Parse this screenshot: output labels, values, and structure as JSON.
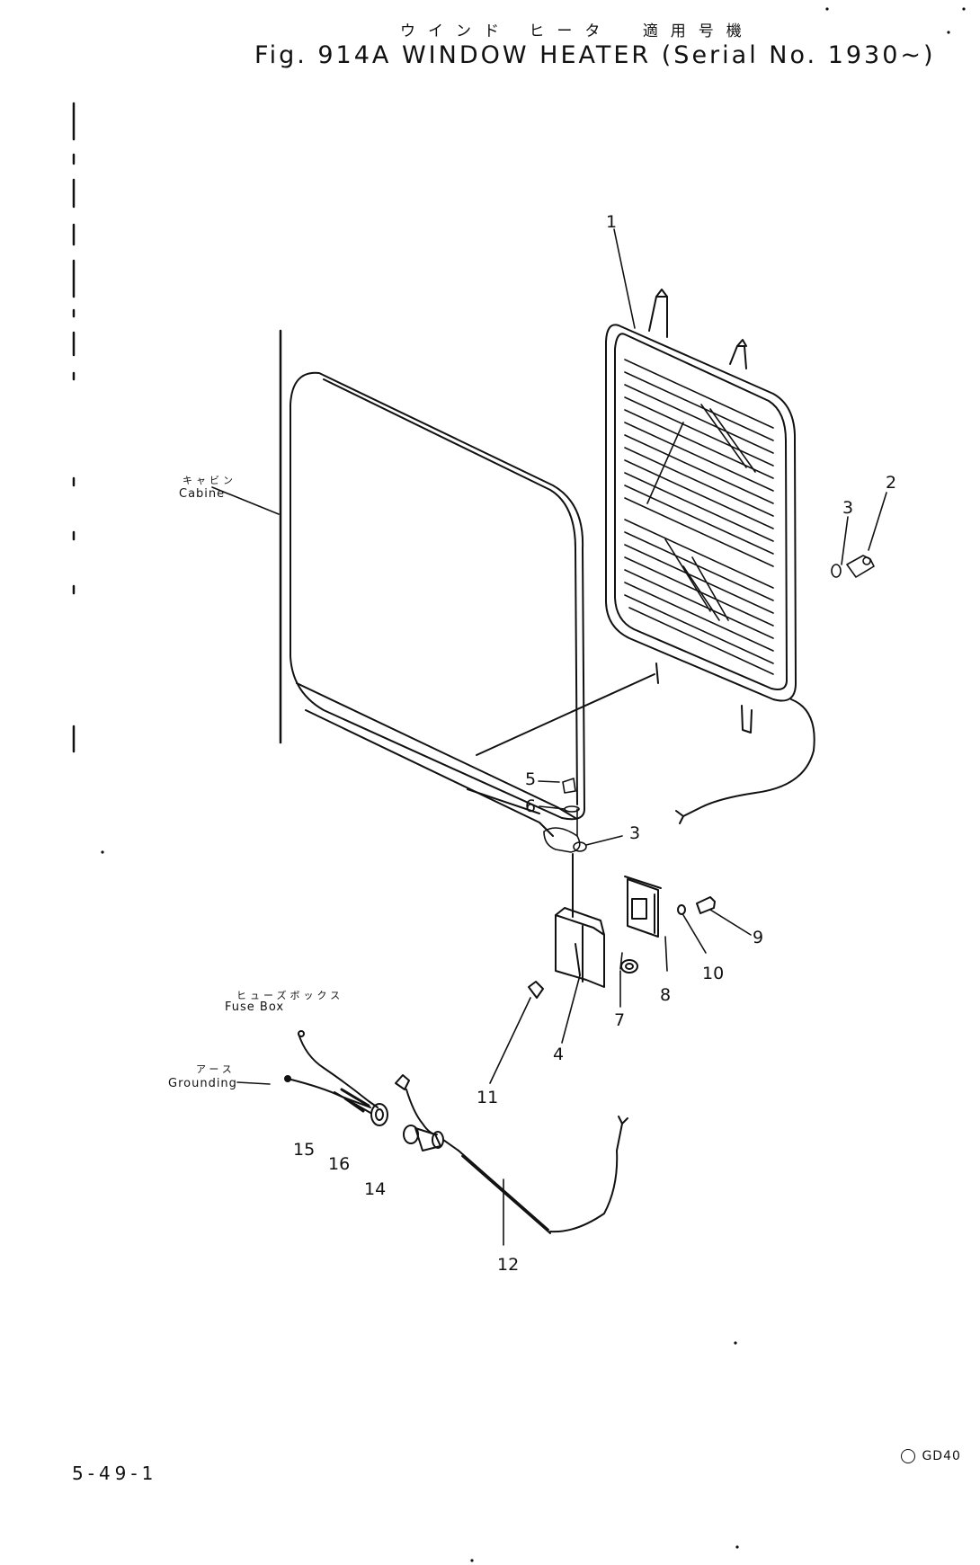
{
  "header": {
    "title_jp": "ウインド ヒータ",
    "applicability_jp": "適用号機",
    "title_en": "Fig. 914A WINDOW HEATER (Serial No. 1930~)"
  },
  "labels": {
    "cabin_jp": "キャビン",
    "cabin_en": "Cabine",
    "fuse_box_jp": "ヒューズボックス",
    "fuse_box_en": "Fuse Box",
    "grounding_jp": "アース",
    "grounding_en": "Grounding"
  },
  "callouts": {
    "c1": "1",
    "c2": "2",
    "c3a": "3",
    "c3b": "3",
    "c4": "4",
    "c5": "5",
    "c6": "6",
    "c7": "7",
    "c8": "8",
    "c9": "9",
    "c10": "10",
    "c11": "11",
    "c12": "12",
    "c14": "14",
    "c15": "15",
    "c16": "16"
  },
  "footer": {
    "page_number": "5-49-1",
    "ref_code": "GD40"
  }
}
